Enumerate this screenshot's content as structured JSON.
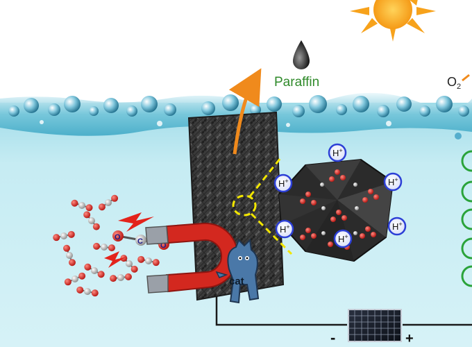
{
  "labels": {
    "paraffin": "Paraffin",
    "oxygen": "O",
    "oxygen_sub": "2",
    "proton": "H",
    "proton_sup": "+",
    "catalyst": "cat",
    "co2_c": "C",
    "co2_o": "O",
    "terminal_neg": "-",
    "terminal_pos": "+"
  },
  "colors": {
    "water": "#bfe8f0",
    "sky": "#ffffff",
    "sun": "#f7a21b",
    "arrow": "#f08a1c",
    "paraffin_text": "#2f8a2a",
    "magnet_red": "#d3281f",
    "magnet_grey": "#8a8f96",
    "proton_ring": "#2c3fd6",
    "dashed": "#f2e600",
    "wire": "#1a1a1a",
    "electrode_green": "#2aa33a",
    "cat_blue": "#4a78a8",
    "oxygen_atom": "#e0201c",
    "carbon_atom": "#c8c8c8"
  },
  "icons": [
    "sun-icon",
    "oil-droplet-icon",
    "magnet-icon",
    "solar-panel-icon",
    "catalyst-mascot-icon",
    "lightning-icon"
  ]
}
